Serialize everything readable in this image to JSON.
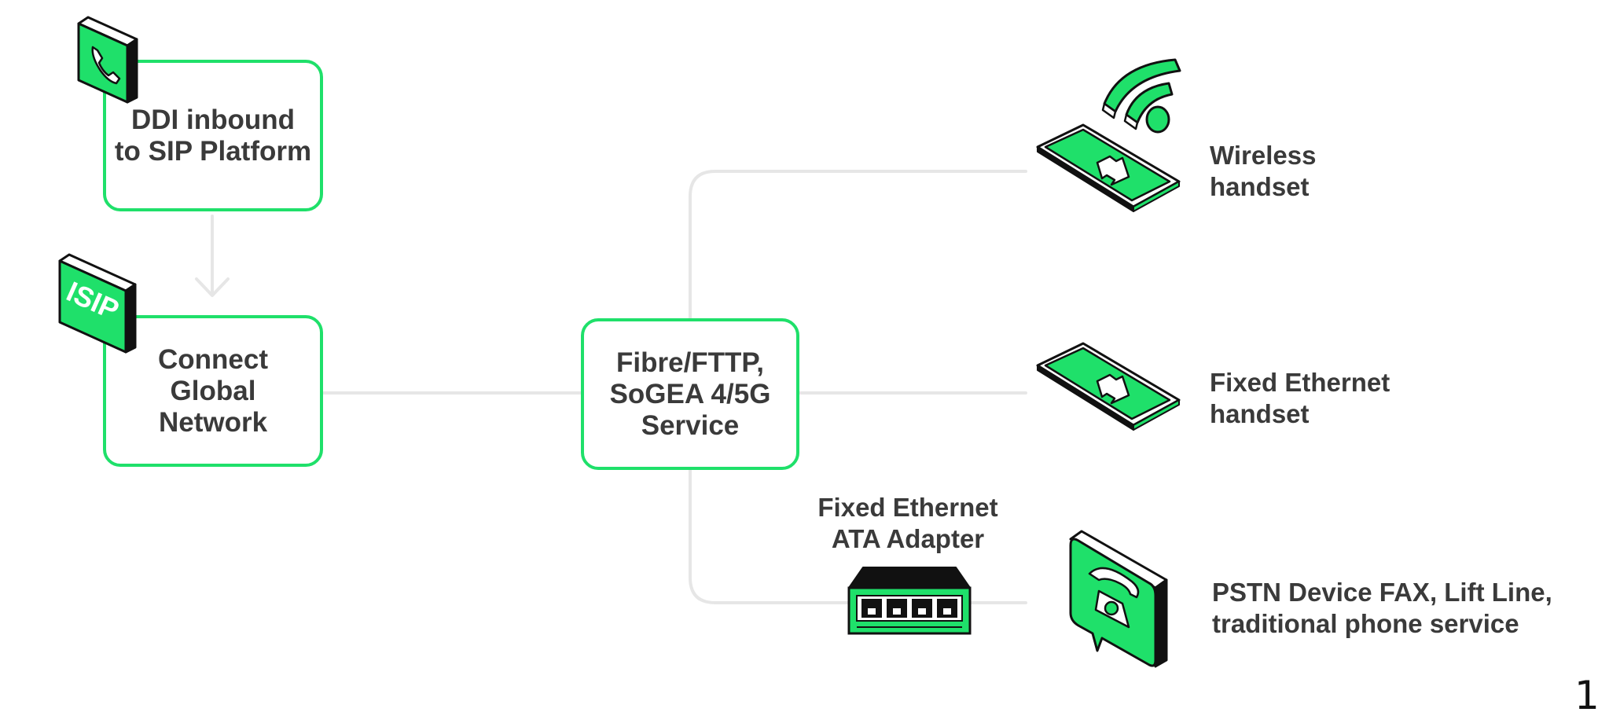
{
  "nodes": {
    "ddi": "DDI inbound\nto SIP Platform",
    "connect": "Connect Global\nNetwork",
    "fibre": "Fibre/FTTP,\nSoGEA 4/5G\nService"
  },
  "endpoints": {
    "wireless": "Wireless\nhandset",
    "fixed_handset": "Fixed Ethernet\nhandset",
    "ata": "Fixed Ethernet\nATA Adapter",
    "pstn": "PSTN Device FAX, Lift Line,\ntraditional phone service"
  },
  "badges": {
    "isip": "ISIP"
  },
  "page_number": "1",
  "colors": {
    "accent": "#1fe06a",
    "connector": "#e6e6e6",
    "text": "#3a3a3a",
    "outline": "#111111"
  },
  "icons": [
    "phone-icon",
    "isip-badge-icon",
    "wifi-icon",
    "smartphone-icon",
    "ethernet-switch-icon",
    "landline-phone-icon"
  ]
}
